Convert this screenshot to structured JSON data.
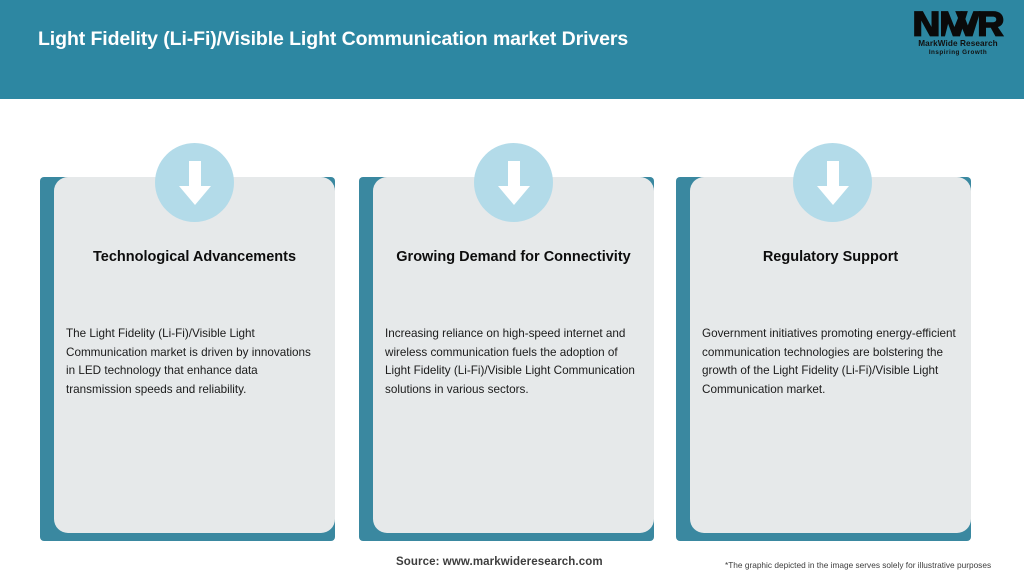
{
  "header": {
    "title": "Light Fidelity (Li-Fi)/Visible Light Communication market Drivers",
    "background_color": "#2d87a2",
    "title_color": "#ffffff"
  },
  "logo": {
    "mark": "MWR",
    "name": "MarkWide Research",
    "tagline": "Inspiring Growth"
  },
  "cards": [
    {
      "icon": "down-arrow-icon",
      "title": "Technological Advancements",
      "body": "The Light Fidelity (Li-Fi)/Visible Light Communication market is driven by innovations in LED technology that enhance data transmission speeds and reliability."
    },
    {
      "icon": "down-arrow-icon",
      "title": "Growing Demand for Connectivity",
      "body": "Increasing reliance on high-speed internet and wireless communication fuels the adoption of Light Fidelity (Li-Fi)/Visible Light Communication solutions in various sectors."
    },
    {
      "icon": "down-arrow-icon",
      "title": "Regulatory Support",
      "body": "Government initiatives promoting energy-efficient communication technologies are bolstering the growth of the Light Fidelity (Li-Fi)/Visible Light Communication market."
    }
  ],
  "footer": {
    "source": "Source: www.markwideresearch.com",
    "disclaimer": "*The graphic depicted in the image serves solely for illustrative purposes"
  },
  "colors": {
    "header_teal": "#2d87a2",
    "card_backing_teal": "#3a88a0",
    "card_gray": "#e6e9ea",
    "icon_circle_blue": "#b3dbe9",
    "arrow_white": "#ffffff",
    "page_background": "#ffffff"
  }
}
